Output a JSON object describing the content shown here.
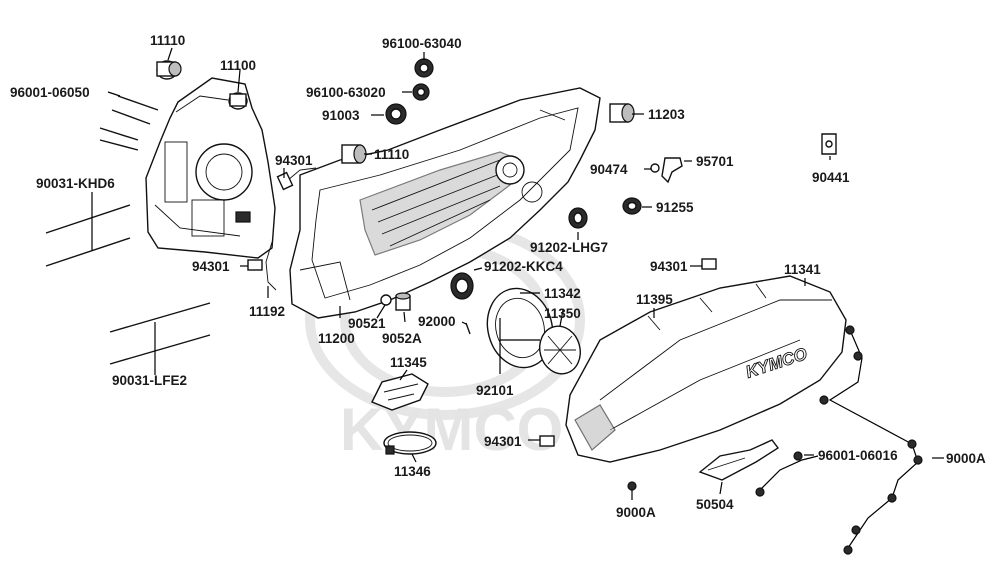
{
  "diagram": {
    "watermark": "KYMCO",
    "cover_logo": "KYMCO",
    "labels": {
      "p11110a": "11110",
      "p11100": "11100",
      "p96001_06050": "96001-06050",
      "p90031_khd6": "90031-KHD6",
      "p90031_lfe2": "90031-LFE2",
      "p94301a": "94301",
      "p94301b": "94301",
      "p94301c": "94301",
      "p94301d": "94301",
      "p11192": "11192",
      "p11200": "11200",
      "p90521": "90521",
      "p9052a": "9052A",
      "p92000": "92000",
      "p11345": "11345",
      "p11346": "11346",
      "p96100_63040": "96100-63040",
      "p96100_63020": "96100-63020",
      "p91003": "91003",
      "p11110b": "11110",
      "p11203": "11203",
      "p90474": "90474",
      "p95701": "95701",
      "p90441": "90441",
      "p91255": "91255",
      "p91202_lhg7": "91202-LHG7",
      "p91202_kkc4": "91202-KKC4",
      "p11342": "11342",
      "p11350": "11350",
      "p92101": "92101",
      "p11395": "11395",
      "p11341": "11341",
      "p96001_06016": "96001-06016",
      "p9000a_a": "9000A",
      "p9000a_b": "9000A",
      "p50504": "50504"
    }
  }
}
